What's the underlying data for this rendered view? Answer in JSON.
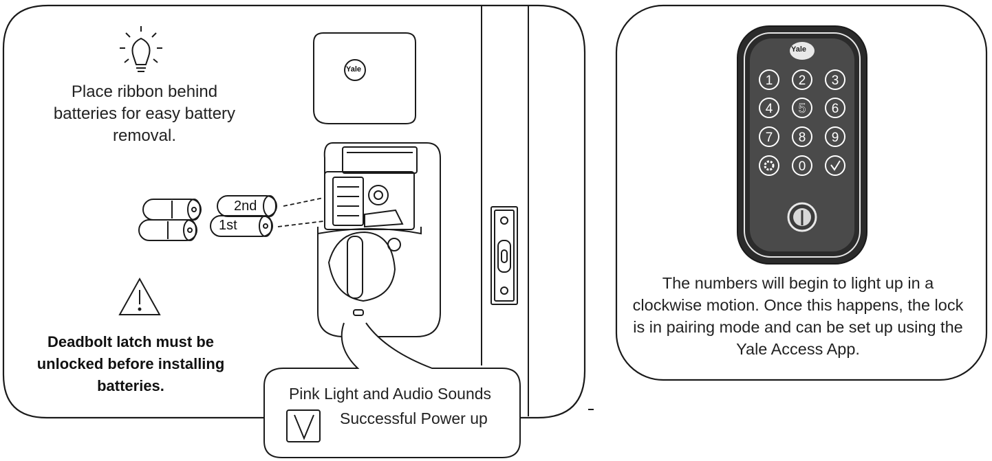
{
  "left_panel": {
    "tip_text": "Place ribbon behind batteries for easy battery removal.",
    "battery_labels": {
      "second": "2nd",
      "first": "1st"
    },
    "warning_text": "Deadbolt latch must be unlocked before installing batteries.",
    "callout": {
      "line1": "Pink Light and Audio Sounds",
      "line2": "Successful Power up"
    },
    "cover_brand": "Yale"
  },
  "right_panel": {
    "keypad_brand": "Yale",
    "keys": [
      "1",
      "2",
      "3",
      "4",
      "5",
      "6",
      "7",
      "8",
      "9",
      "",
      "0",
      ""
    ],
    "description": "The numbers will begin to light up in a clockwise motion. Once this happens, the lock is in pairing mode and can be set up using the Yale Access App."
  },
  "icons": {
    "tip": "lightbulb-icon",
    "warning": "warning-triangle-icon",
    "success": "checkmark-icon",
    "keypad_settings": "gear-icon",
    "keypad_confirm": "checkmark-icon",
    "keyhole": "key-icon"
  },
  "colors": {
    "line": "#1a1a1a",
    "keypad_face": "#4a4a4a",
    "keypad_frame": "#2b2b2b",
    "keypad_key": "#ffffff"
  }
}
